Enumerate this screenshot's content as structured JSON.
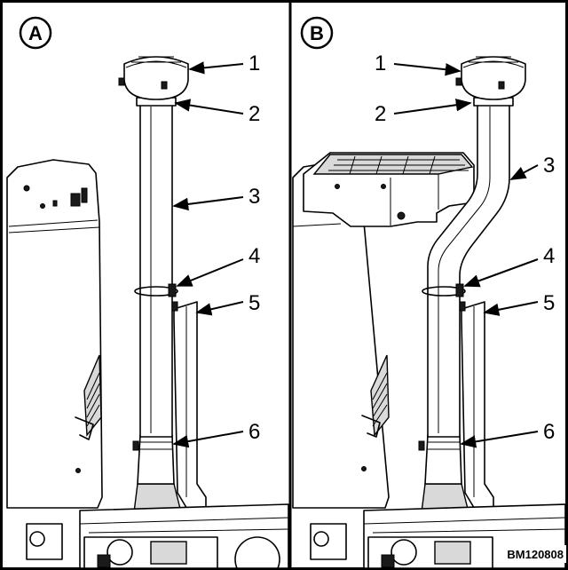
{
  "figure_id": "BM120808",
  "colors": {
    "line": "#000000",
    "background": "#ffffff",
    "shade": "#d9d9d9"
  },
  "panels": [
    {
      "letter": "A",
      "callouts": [
        "1",
        "2",
        "3",
        "4",
        "5",
        "6"
      ]
    },
    {
      "letter": "B",
      "callouts": [
        "1",
        "2",
        "3",
        "4",
        "5",
        "6"
      ]
    }
  ],
  "arrowhead-icon": "arrowhead-icon"
}
